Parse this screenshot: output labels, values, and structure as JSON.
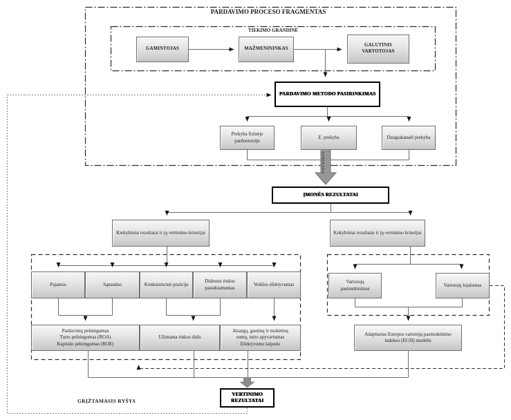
{
  "colors": {
    "box_fill_top": "#f7f7f7",
    "box_fill_bottom": "#c6c6c6",
    "box_border": "#6e6e6e",
    "bold_box_border": "#000000",
    "connector": "#6b6b6b",
    "impact_arrow_fill": "#979797"
  },
  "frame": {
    "title": "PARDAVIMO PROCESO FRAGMENTAS",
    "supply_chain_title": "TIEKIMO GRANDINĖ"
  },
  "supply_chain": {
    "producer": "GAMINTOJAS",
    "retailer": "MAŽMENININKAS",
    "end_consumer": "GALUTINIS VARTOTOJAS"
  },
  "method": {
    "selection": "PARDAVIMO METODO PASIRINKIMAS",
    "options": [
      "Prekyba fizinėje parduotuvėje",
      "E. prekyba",
      "Daugiakanalė prekyba"
    ],
    "impact_label": "POVEIKIS"
  },
  "results": {
    "company": "ĮMONĖS REZULTATAI",
    "quantitative_header": "Kiekybiniai rezultatai ir jų vertinimo kriterijai",
    "qualitative_header": "Kokybiniai rezultatai ir jų vertinimo kriterijai"
  },
  "quantitative": {
    "factors": [
      "Pajamos",
      "Sąnaudos",
      "Konkurencinė pozicija",
      "Didesnis rinkos pasiekiamumas",
      "Veiklos efektyvumas"
    ],
    "profitability": [
      "Pardavimų pelningumas",
      "Turto pelningumas (ROA)",
      "Kapitalo pelningumas (ROE)"
    ],
    "market_share": "Užimama rinkos dalis",
    "turnover": [
      "Atsargų, gautinų ir mokėtinų",
      "sumų, turto apyvartumas",
      "Efektyvumo laipsnis"
    ]
  },
  "qualitative": {
    "satisfaction": "Vartotojų pasitenkinimas",
    "loyalty": "Vartotojų lojalumas",
    "ecsi_model": "Adaptuotas Europos vartotojų pasitenkinimo indekso (ECSI) modelis"
  },
  "evaluation": {
    "results": "VERTINIMO REZULTATAI",
    "feedback_label": "GRĮŽTAMASIS RYŠYS"
  }
}
